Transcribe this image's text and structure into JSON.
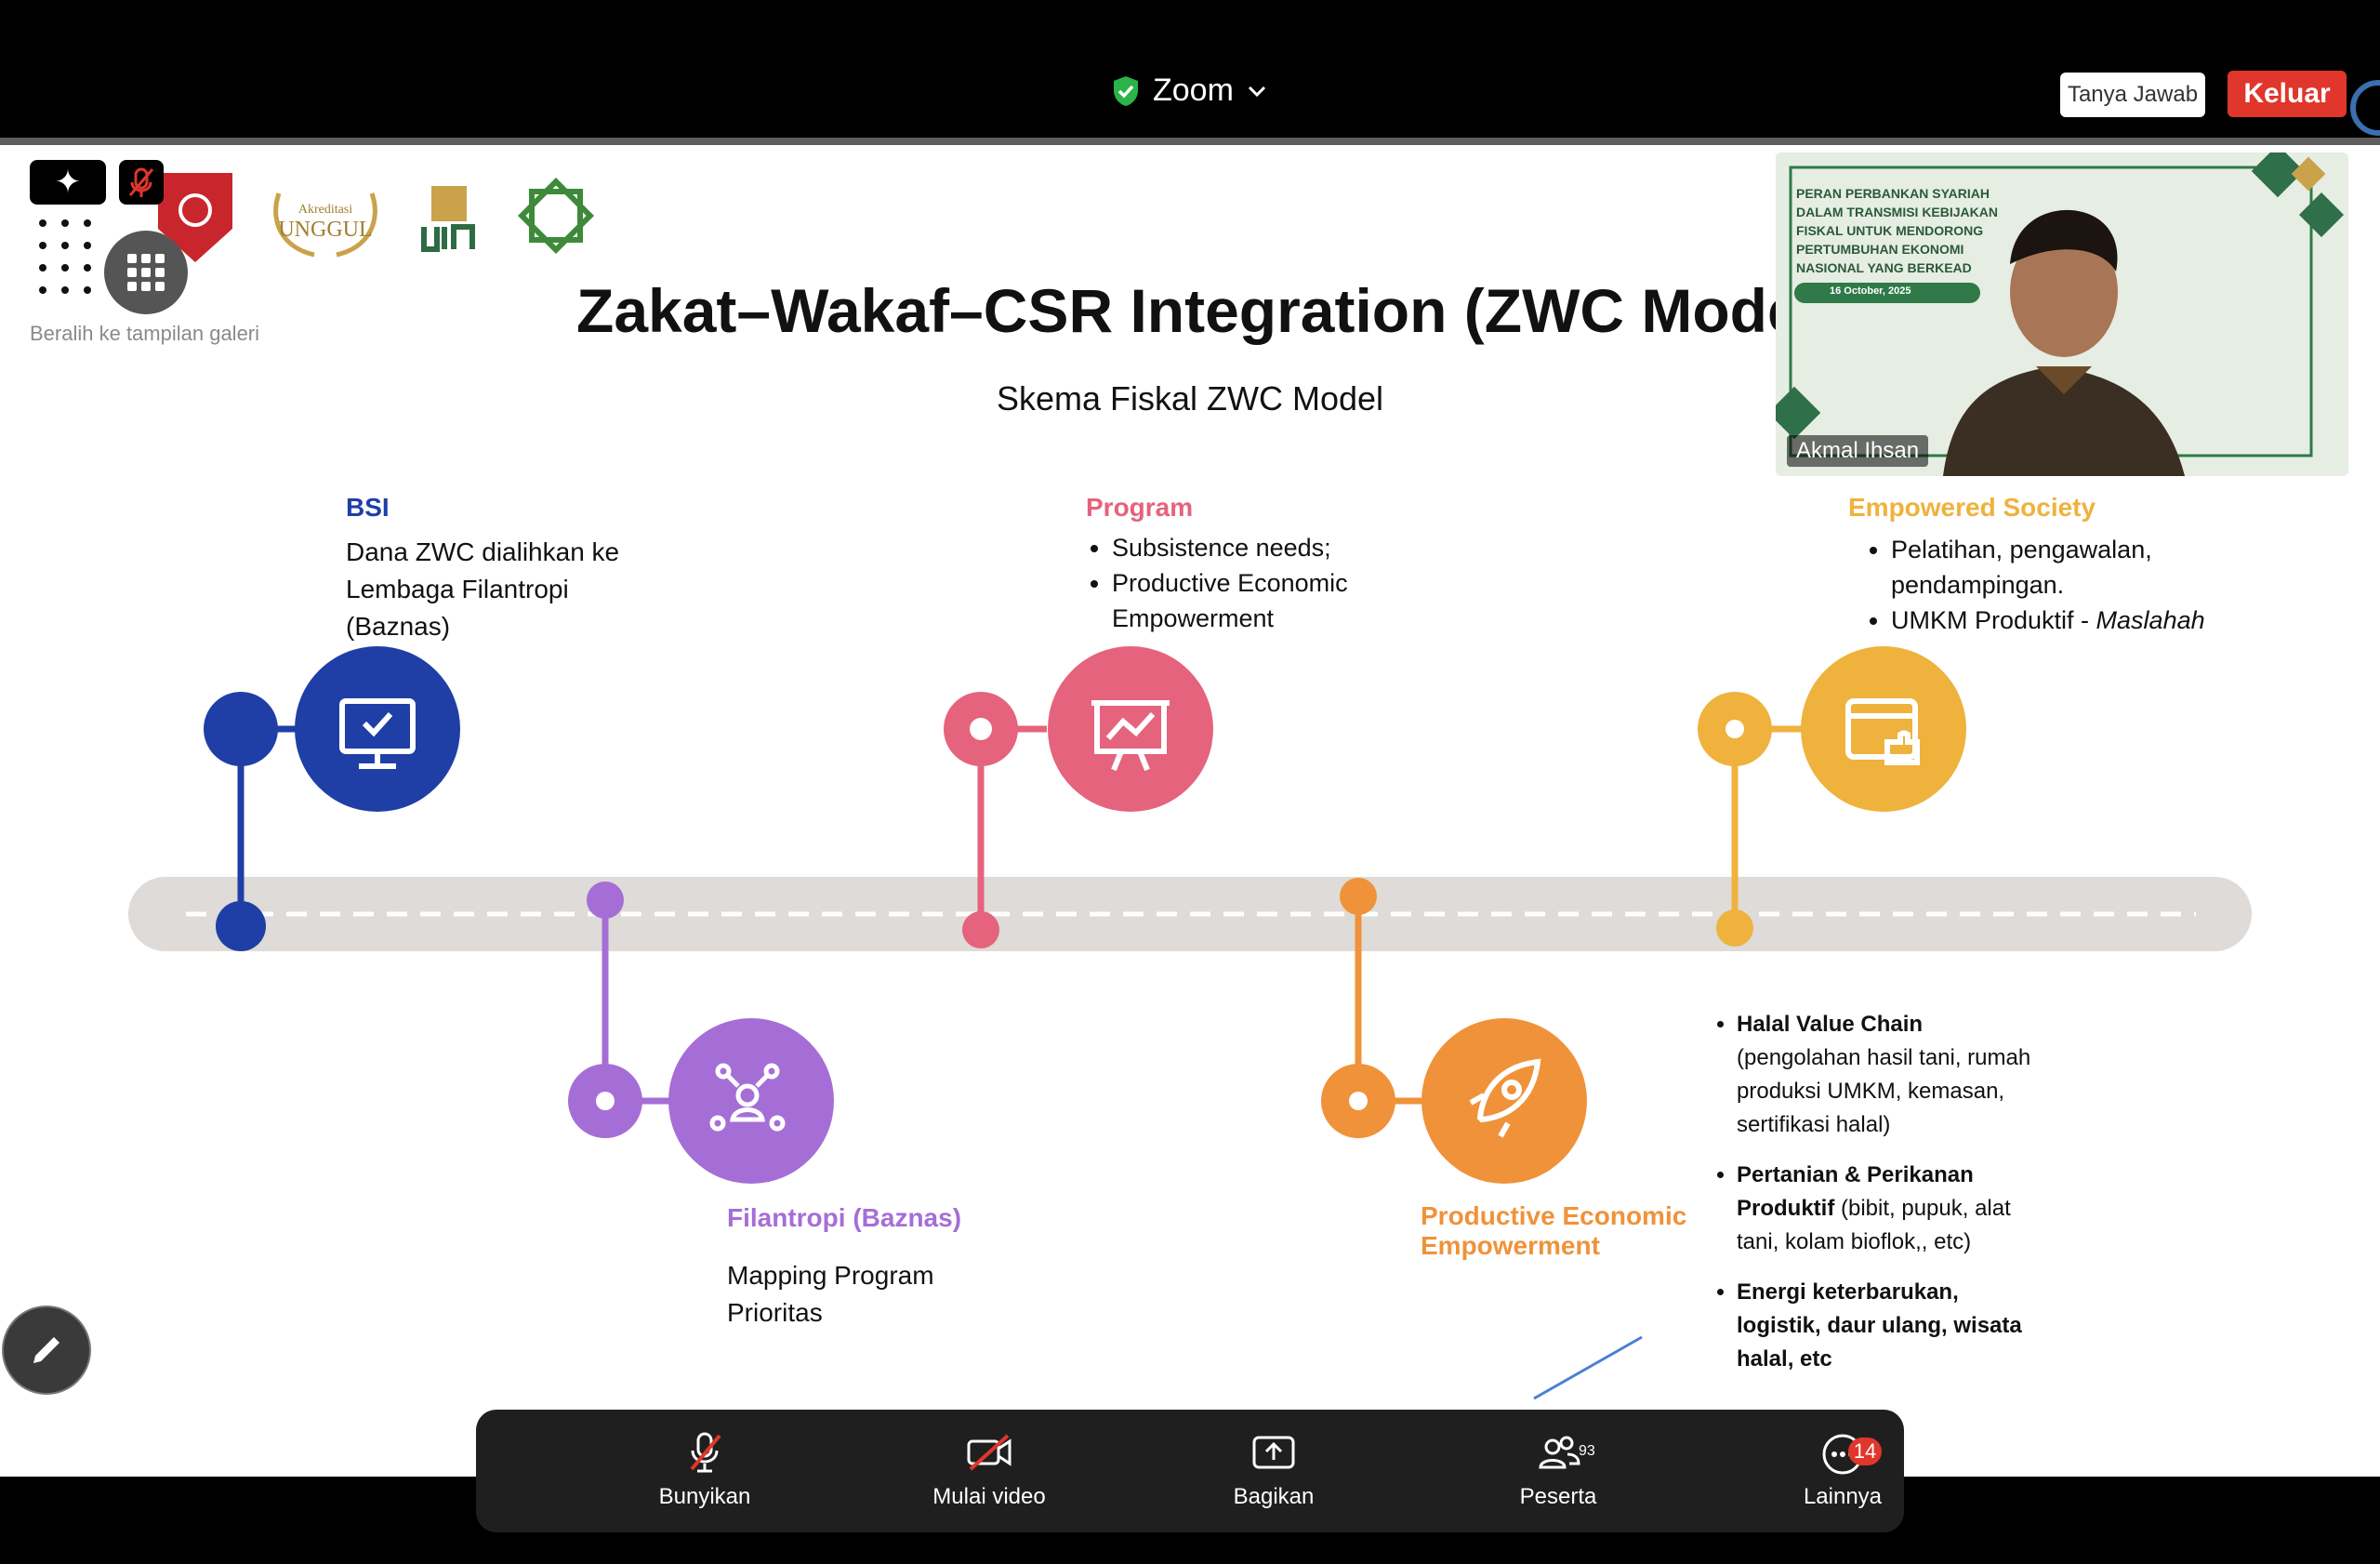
{
  "window": {
    "title": "Zoom",
    "qa_label": "Tanya Jawab",
    "exit_label": "Keluar"
  },
  "overlay": {
    "ai_icon": "sparkle-icon",
    "switch_label": "Beralih ke tampilan galeri"
  },
  "slide": {
    "title": "Zakat–Wakaf–CSR Integration (ZWC Model",
    "subtitle": "Skema Fiskal ZWC Model",
    "logo_text": "Akreditasi",
    "logo_badge": "UNGGUL",
    "bsi": {
      "heading": "BSI",
      "lines": [
        "Dana ZWC dialihkan ke",
        "Lembaga Filantropi",
        "(Baznas)"
      ]
    },
    "program": {
      "heading": "Program",
      "items": [
        "Subsistence needs;",
        "Productive Economic Empowerment"
      ]
    },
    "empowered": {
      "heading": "Empowered Society",
      "item1": "Pelatihan, pengawalan, pendampingan.",
      "item2_prefix": "UMKM Produktif - ",
      "item2_italic": "Maslahah"
    },
    "filantropi": {
      "heading": "Filantropi (Baznas)",
      "lines": [
        "Mapping Program",
        "Prioritas"
      ]
    },
    "productive": {
      "heading_lines": [
        "Productive Economic",
        "Empowerment"
      ]
    },
    "detail": [
      {
        "bold": "Halal Value Chain",
        "rest": "(pengolahan hasil tani, rumah produksi UMKM, kemasan, sertifikasi halal)"
      },
      {
        "bold": "Pertanian & Perikanan Produktif",
        "rest": "(bibit, pupuk, alat tani, kolam bioflok,, etc)"
      },
      {
        "bold": "Energi keterbarukan, logistik, daur ulang, wisata halal, etc",
        "rest": ""
      }
    ],
    "colors": {
      "blue": "#1f3fa6",
      "pink": "#e5637c",
      "purple": "#a56ed6",
      "orange": "#f0923a",
      "yellow": "#efb23c"
    }
  },
  "video": {
    "speaker": "Akmal Ihsan",
    "banner_lines": [
      "PERAN PERBANKAN SYARIAH",
      "DALAM TRANSMISI KEBIJAKAN",
      "FISKAL UNTUK MENDORONG",
      "PERTUMBUHAN EKONOMI",
      "NASIONAL YANG BERKEAD"
    ],
    "banner_date": "16 October, 2025"
  },
  "toolbar": {
    "unmute": "Bunyikan",
    "video": "Mulai video",
    "share": "Bagikan",
    "participants": "Peserta",
    "participants_count": "93",
    "more": "Lainnya",
    "more_badge": "14"
  }
}
